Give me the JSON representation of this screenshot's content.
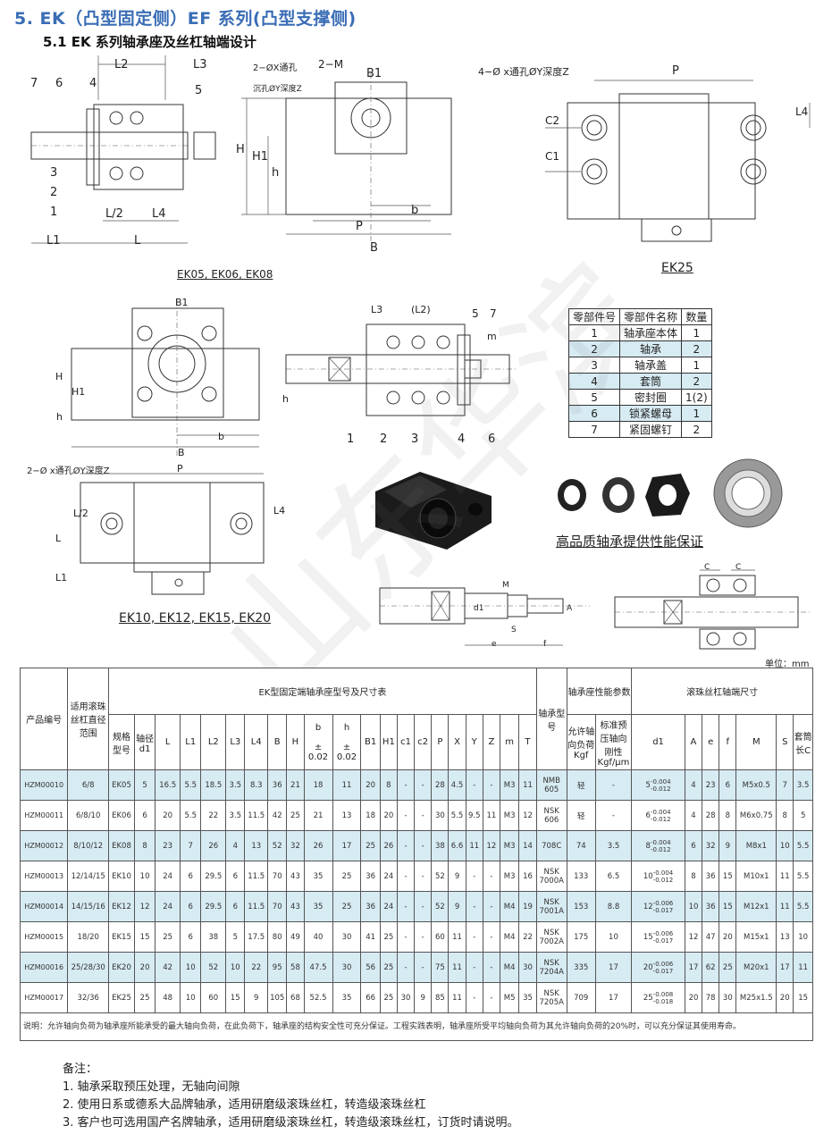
{
  "header": {
    "title": "5. EK（凸型固定侧）EF 系列(凸型支撑侧)",
    "subtitle": "5.1    EK 系列轴承座及丝杠轴端设计"
  },
  "figures": {
    "fig1_caption": "EK05, EK06, EK08",
    "fig2_caption": "EK25",
    "fig3_caption": "EK10, EK12, EK15, EK20",
    "photo_caption": "高品质轴承提供性能保证",
    "fig1_labels": [
      "7",
      "6",
      "4",
      "3",
      "2",
      "1",
      "L2",
      "L3",
      "5",
      "L/2",
      "L4",
      "L1",
      "L",
      "H",
      "H1",
      "h",
      "P",
      "b",
      "B",
      "B1",
      "2−M",
      "2−ØX通孔",
      "沉孔ØY深度Z"
    ],
    "fig2_labels": [
      "4−Ø x通孔ØY深度Z",
      "P",
      "C2",
      "C1",
      "L4"
    ],
    "fig3_labels": [
      "B1",
      "H",
      "H1",
      "h",
      "b",
      "B",
      "2−Ø x通孔ØY深度Z",
      "P",
      "L/2",
      "L4",
      "L",
      "L1",
      "L3",
      "(L2)",
      "5",
      "7",
      "m",
      "1",
      "2",
      "3",
      "4",
      "6"
    ],
    "shaft_labels": [
      "M",
      "d1",
      "S",
      "A",
      "e",
      "f",
      "C",
      "C"
    ]
  },
  "parts_table": {
    "headers": [
      "零部件号",
      "零部件名称",
      "数量"
    ],
    "rows": [
      [
        "1",
        "轴承座本体",
        "1"
      ],
      [
        "2",
        "轴承",
        "2"
      ],
      [
        "3",
        "轴承盖",
        "1"
      ],
      [
        "4",
        "套筒",
        "2"
      ],
      [
        "5",
        "密封圈",
        "1(2)"
      ],
      [
        "6",
        "锁紧螺母",
        "1"
      ],
      [
        "7",
        "紧固螺钉",
        "2"
      ]
    ]
  },
  "unit_label": "单位：mm",
  "main_table": {
    "head": {
      "product_no": "产品编号",
      "screw_range": "适用滚珠丝杠直径范围",
      "ek_group": "EK型固定端轴承座型号及尺寸表",
      "bearing_model": "轴承型号",
      "perf_group": "轴承座性能参数",
      "shaft_group": "滚珠丝杠轴端尺寸",
      "spec": "规格型号",
      "d1": "轴径d1",
      "cols": [
        "L",
        "L1",
        "L2",
        "L3",
        "L4",
        "B",
        "H"
      ],
      "b": "b",
      "h": "h",
      "pm": "±",
      "tol": "0.02",
      "cols2": [
        "B1",
        "H1",
        "c1",
        "c2",
        "P",
        "X",
        "Y",
        "Z",
        "m",
        "T"
      ],
      "allow_load": "允许轴向负荷Kgf",
      "rigidity": "标准预压轴向刚性Kgf/μm",
      "shaft_cols": [
        "d1",
        "A",
        "e",
        "f",
        "M",
        "S"
      ],
      "sleeve": "套筒长C"
    },
    "rows": [
      {
        "pid": "HZM00010",
        "range": "6/8",
        "spec": "EK05",
        "d1": "5",
        "L": "16.5",
        "L1": "5.5",
        "L2": "18.5",
        "L3": "3.5",
        "L4": "8.3",
        "B": "36",
        "H": "21",
        "b": "18",
        "h": "11",
        "B1": "20",
        "H1": "8",
        "c1": "-",
        "c2": "-",
        "P": "28",
        "X": "4.5",
        "Y": "-",
        "Z": "-",
        "m": "M3",
        "T": "11",
        "brg": "NMB 605",
        "load": "轻",
        "rig": "-",
        "sd": "5",
        "tu": "-0.004",
        "tl": "-0.012",
        "A": "4",
        "e": "23",
        "f": "6",
        "M": "M5x0.5",
        "S": "7",
        "C": "3.5",
        "blue": true
      },
      {
        "pid": "HZM00011",
        "range": "6/8/10",
        "spec": "EK06",
        "d1": "6",
        "L": "20",
        "L1": "5.5",
        "L2": "22",
        "L3": "3.5",
        "L4": "11.5",
        "B": "42",
        "H": "25",
        "b": "21",
        "h": "13",
        "B1": "18",
        "H1": "20",
        "c1": "-",
        "c2": "-",
        "P": "30",
        "X": "5.5",
        "Y": "9.5",
        "Z": "11",
        "m": "M3",
        "T": "12",
        "brg": "NSK 606",
        "load": "轻",
        "rig": "-",
        "sd": "6",
        "tu": "-0.004",
        "tl": "-0.012",
        "A": "4",
        "e": "28",
        "f": "8",
        "M": "M6x0.75",
        "S": "8",
        "C": "5",
        "blue": false
      },
      {
        "pid": "HZM00012",
        "range": "8/10/12",
        "spec": "EK08",
        "d1": "8",
        "L": "23",
        "L1": "7",
        "L2": "26",
        "L3": "4",
        "L4": "13",
        "B": "52",
        "H": "32",
        "b": "26",
        "h": "17",
        "B1": "25",
        "H1": "26",
        "c1": "-",
        "c2": "-",
        "P": "38",
        "X": "6.6",
        "Y": "11",
        "Z": "12",
        "m": "M3",
        "T": "14",
        "brg": "708C",
        "load": "74",
        "rig": "3.5",
        "sd": "8",
        "tu": "-0.004",
        "tl": "-0.012",
        "A": "6",
        "e": "32",
        "f": "9",
        "M": "M8x1",
        "S": "10",
        "C": "5.5",
        "blue": true
      },
      {
        "pid": "HZM00013",
        "range": "12/14/15",
        "spec": "EK10",
        "d1": "10",
        "L": "24",
        "L1": "6",
        "L2": "29.5",
        "L3": "6",
        "L4": "11.5",
        "B": "70",
        "H": "43",
        "b": "35",
        "h": "25",
        "B1": "36",
        "H1": "24",
        "c1": "-",
        "c2": "-",
        "P": "52",
        "X": "9",
        "Y": "-",
        "Z": "-",
        "m": "M3",
        "T": "16",
        "brg": "NSK 7000A",
        "load": "133",
        "rig": "6.5",
        "sd": "10",
        "tu": "-0.004",
        "tl": "-0.012",
        "A": "8",
        "e": "36",
        "f": "15",
        "M": "M10x1",
        "S": "11",
        "C": "5.5",
        "blue": false
      },
      {
        "pid": "HZM00014",
        "range": "14/15/16",
        "spec": "EK12",
        "d1": "12",
        "L": "24",
        "L1": "6",
        "L2": "29.5",
        "L3": "6",
        "L4": "11.5",
        "B": "70",
        "H": "43",
        "b": "35",
        "h": "25",
        "B1": "36",
        "H1": "24",
        "c1": "-",
        "c2": "-",
        "P": "52",
        "X": "9",
        "Y": "-",
        "Z": "-",
        "m": "M4",
        "T": "19",
        "brg": "NSK 7001A",
        "load": "153",
        "rig": "8.8",
        "sd": "12",
        "tu": "-0.006",
        "tl": "-0.017",
        "A": "10",
        "e": "36",
        "f": "15",
        "M": "M12x1",
        "S": "11",
        "C": "5.5",
        "blue": true
      },
      {
        "pid": "HZM00015",
        "range": "18/20",
        "spec": "EK15",
        "d1": "15",
        "L": "25",
        "L1": "6",
        "L2": "38",
        "L3": "5",
        "L4": "17.5",
        "B": "80",
        "H": "49",
        "b": "40",
        "h": "30",
        "B1": "41",
        "H1": "25",
        "c1": "-",
        "c2": "-",
        "P": "60",
        "X": "11",
        "Y": "-",
        "Z": "-",
        "m": "M4",
        "T": "22",
        "brg": "NSK 7002A",
        "load": "175",
        "rig": "10",
        "sd": "15",
        "tu": "-0.006",
        "tl": "-0.017",
        "A": "12",
        "e": "47",
        "f": "20",
        "M": "M15x1",
        "S": "13",
        "C": "10",
        "blue": false
      },
      {
        "pid": "HZM00016",
        "range": "25/28/30",
        "spec": "EK20",
        "d1": "20",
        "L": "42",
        "L1": "10",
        "L2": "52",
        "L3": "10",
        "L4": "22",
        "B": "95",
        "H": "58",
        "b": "47.5",
        "h": "30",
        "B1": "56",
        "H1": "25",
        "c1": "-",
        "c2": "-",
        "P": "75",
        "X": "11",
        "Y": "-",
        "Z": "-",
        "m": "M4",
        "T": "30",
        "brg": "NSK 7204A",
        "load": "335",
        "rig": "17",
        "sd": "20",
        "tu": "-0.006",
        "tl": "-0.017",
        "A": "17",
        "e": "62",
        "f": "25",
        "M": "M20x1",
        "S": "17",
        "C": "11",
        "blue": true
      },
      {
        "pid": "HZM00017",
        "range": "32/36",
        "spec": "EK25",
        "d1": "25",
        "L": "48",
        "L1": "10",
        "L2": "60",
        "L3": "15",
        "L4": "9",
        "B": "105",
        "H": "68",
        "b": "52.5",
        "h": "35",
        "B1": "66",
        "H1": "25",
        "c1": "30",
        "c2": "9",
        "P": "85",
        "X": "11",
        "Y": "-",
        "Z": "-",
        "m": "M5",
        "T": "35",
        "brg": "NSK 7205A",
        "load": "709",
        "rig": "17",
        "sd": "25",
        "tu": "-0.008",
        "tl": "-0.018",
        "A": "20",
        "e": "78",
        "f": "30",
        "M": "M25x1.5",
        "S": "20",
        "C": "15",
        "blue": false
      }
    ],
    "note": "说明：允许轴向负荷为轴承座所能承受的最大轴向负荷，在此负荷下，轴承座的结构安全性可充分保证。工程实践表明，轴承座所受平均轴向负荷为其允许轴向负荷的20%时，可以充分保证其使用寿命。"
  },
  "remarks": {
    "title": "备注：",
    "items": [
      "1. 轴承采取预压处理，无轴向间隙",
      "2. 使用日系或德系大品牌轴承，适用研磨级滚珠丝杠，转造级滚珠丝杠",
      "3. 客户也可选用国产名牌轴承，适用研磨级滚珠丝杠，转造级滚珠丝杠，订货时请说明。"
    ]
  },
  "colors": {
    "title_blue": "#3a6db5",
    "row_blue": "#d7ebf3"
  }
}
